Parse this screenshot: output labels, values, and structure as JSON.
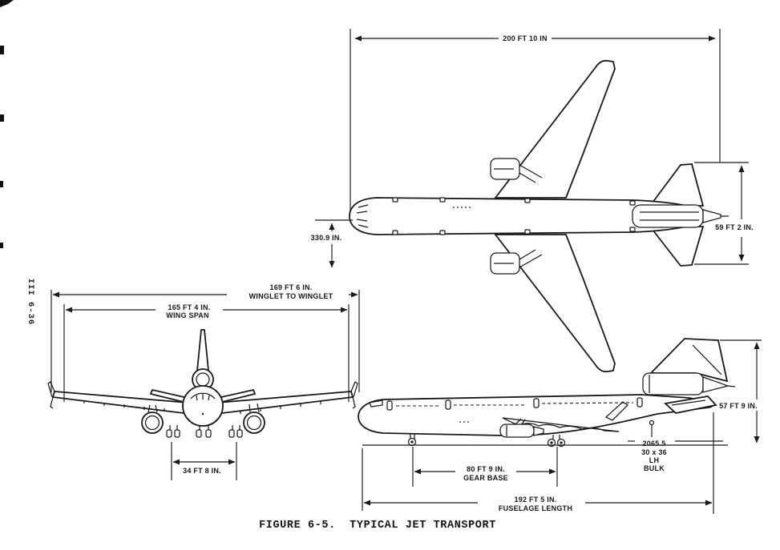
{
  "colors": {
    "ink": "#1a1a1a",
    "paper": "#ffffff"
  },
  "page": {
    "spine_label": "III 6-36",
    "caption": "FIGURE 6-5.  TYPICAL JET TRANSPORT"
  },
  "top_view": {
    "overall_length_label": "200 FT 10 IN",
    "tail_span_label": "59 FT 2 IN.",
    "nose_height_label": "330.9 IN."
  },
  "front_view": {
    "winglet_span_value": "169 FT 6 IN.",
    "winglet_span_caption": "WINGLET TO WINGLET",
    "wing_span_value": "165 FT 4 IN.",
    "wing_span_caption": "WING SPAN",
    "gear_track_label": "34 FT 8 IN."
  },
  "side_view": {
    "tail_height_label": "57 FT 9 IN.",
    "bulk_door_station": "2065.5",
    "bulk_door_size": "30 x 36",
    "bulk_door_side": "LH",
    "bulk_door_type": "BULK",
    "gear_base_value": "80 FT 9 IN.",
    "gear_base_caption": "GEAR BASE",
    "fuselage_length_value": "192 FT 5 IN.",
    "fuselage_length_caption": "FUSELAGE LENGTH"
  }
}
